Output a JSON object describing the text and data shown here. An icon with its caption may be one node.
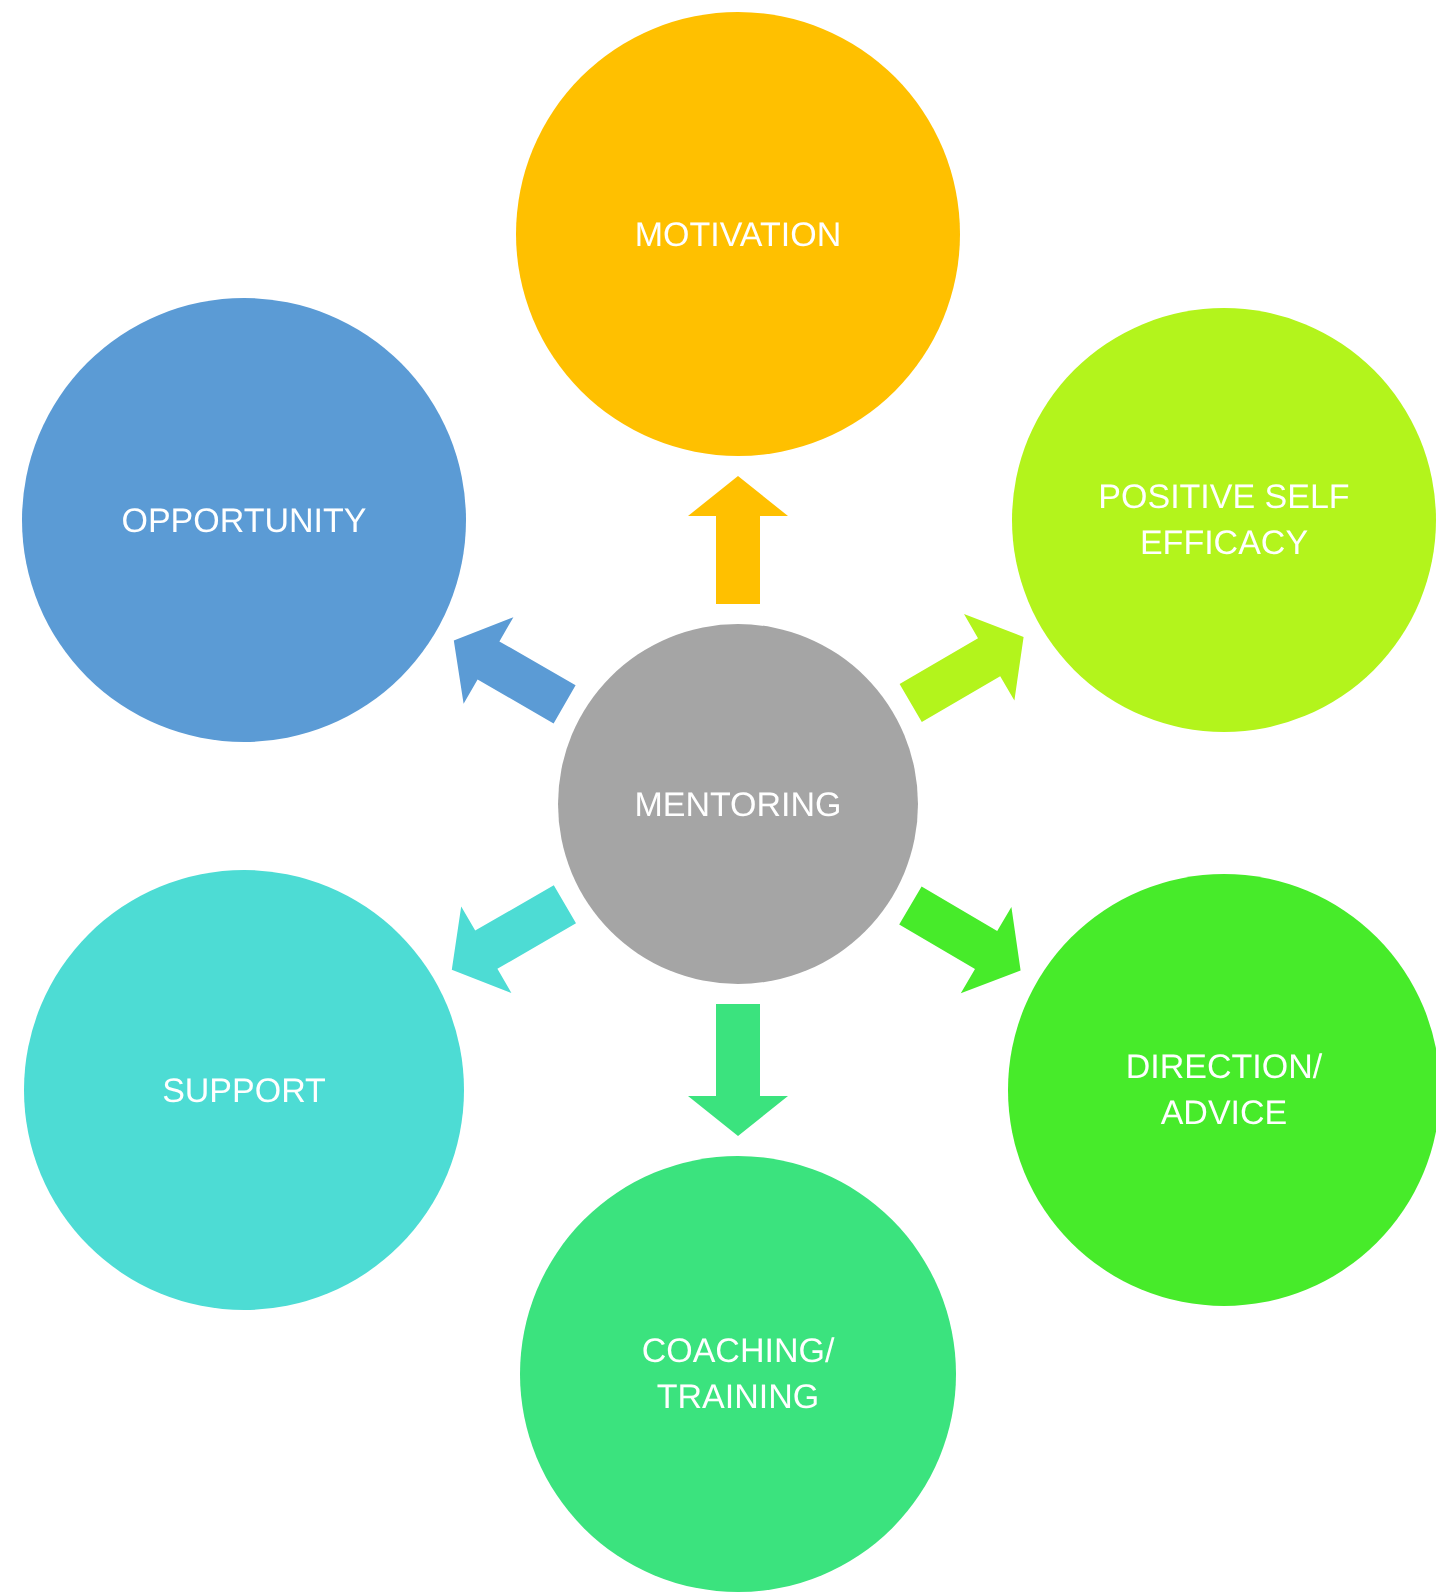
{
  "diagram": {
    "nodes": [
      {
        "text": [
          "MENTORING"
        ]
      },
      {
        "text": [
          "MOTIVATION"
        ]
      },
      {
        "text": [
          "POSITIVE SELF EFFICACY"
        ]
      },
      {
        "text": [
          "DIRECTION/ ADVICE"
        ]
      },
      {
        "text": [
          "COACHING/ TRAINING"
        ]
      },
      {
        "text": [
          "SUPPORT"
        ]
      },
      {
        "text": [
          "OPPORTUNITY"
        ]
      }
    ],
    "edges": [
      {
        "from": 0,
        "to": 1,
        "arrow": "to",
        "style": "thick",
        "color": "#ffc000"
      },
      {
        "from": 0,
        "to": 2,
        "arrow": "to",
        "style": "thick",
        "color": "#b3f41c"
      },
      {
        "from": 0,
        "to": 3,
        "arrow": "to",
        "style": "thick",
        "color": "#47eb2a"
      },
      {
        "from": 0,
        "to": 4,
        "arrow": "to",
        "style": "thick",
        "color": "#3be37e"
      },
      {
        "from": 0,
        "to": 5,
        "arrow": "to",
        "style": "thick",
        "color": "#4ddcd4"
      },
      {
        "from": 0,
        "to": 6,
        "arrow": "to",
        "style": "thick",
        "color": "#5b9bd5"
      }
    ]
  }
}
